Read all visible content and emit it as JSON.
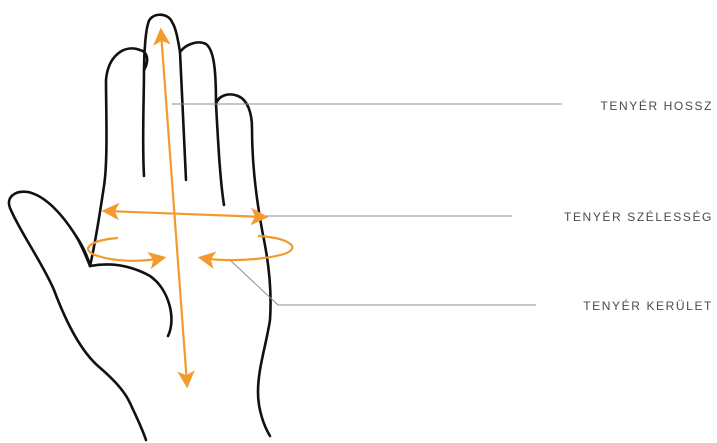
{
  "colors": {
    "outline": "#111111",
    "accent": "#f29a2e",
    "leader": "#8c8c8c",
    "label": "#4a4a4a",
    "background": "#ffffff"
  },
  "icons": {
    "hand": "hand-palm-outline",
    "arrow": "double-headed-arrow"
  },
  "callouts": {
    "length": "TENYÉR HOSSZ",
    "width": "TENYÉR SZÉLESSÉG",
    "circumference": "TENYÉR KERÜLET"
  }
}
